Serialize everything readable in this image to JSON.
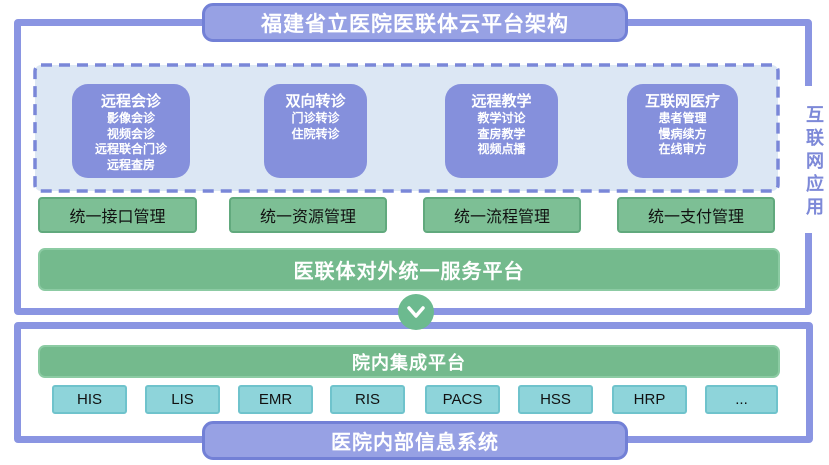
{
  "title": "福建省立医院医联体云平台架构",
  "side_label": "互联网应用",
  "internet_section": {
    "service_boxes": [
      {
        "title": "远程会诊",
        "items": [
          "影像会诊",
          "视频会诊",
          "远程联合门诊",
          "远程查房"
        ]
      },
      {
        "title": "双向转诊",
        "items": [
          "门诊转诊",
          "住院转诊"
        ]
      },
      {
        "title": "远程教学",
        "items": [
          "教学讨论",
          "查房教学",
          "视频点播"
        ]
      },
      {
        "title": "互联网医疗",
        "items": [
          "患者管理",
          "慢病续方",
          "在线审方"
        ]
      }
    ],
    "management_boxes": [
      "统一接口管理",
      "统一资源管理",
      "统一流程管理",
      "统一支付管理"
    ],
    "platform_bar": "医联体对外统一服务平台"
  },
  "hospital_section": {
    "integration_bar": "院内集成平台",
    "systems": [
      "HIS",
      "LIS",
      "EMR",
      "RIS",
      "PACS",
      "HSS",
      "HRP",
      "..."
    ],
    "bottom_bar": "医院内部信息系统"
  },
  "colors": {
    "section_border": "#8A95E2",
    "pill_fill": "#97A1E4",
    "pill_border": "#7280D6",
    "service_box_fill": "#8590DC",
    "dashed_fill": "#DCE7F4",
    "dashed_border": "#7A87D8",
    "mgmt_fill": "#7DBF95",
    "mgmt_border": "#61A97D",
    "bar_green": "#74BA8D",
    "sys_fill": "#8ED4DA",
    "sys_border": "#6FC3CC",
    "side_label_text": "#7D89D8",
    "arrow_green": "#6CBA8F"
  }
}
